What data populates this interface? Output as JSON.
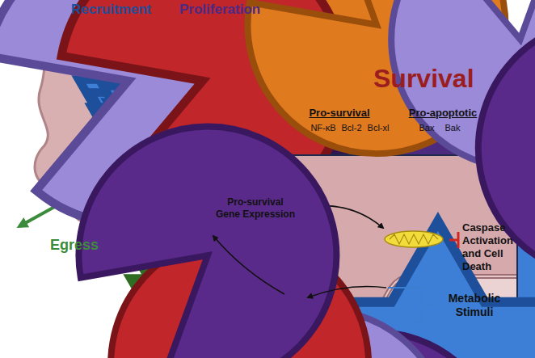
{
  "diagram": {
    "title": "Survival",
    "nodes": [
      {
        "text": [
          "Pro-survival Gene Expression"
        ]
      }
    ],
    "labels": [
      "Recruitment",
      "Proliferation",
      "Pro-survival",
      "Pro-apoptotic",
      "Egress",
      "Caspase Activation and Cell Death",
      "Metabolic Stimuli"
    ],
    "legend": [
      {
        "text": "NF-κB"
      },
      {
        "text": "Bcl-2"
      },
      {
        "text": "Bcl-xl"
      },
      {
        "text": "Bax"
      },
      {
        "text": "Bak"
      }
    ]
  }
}
